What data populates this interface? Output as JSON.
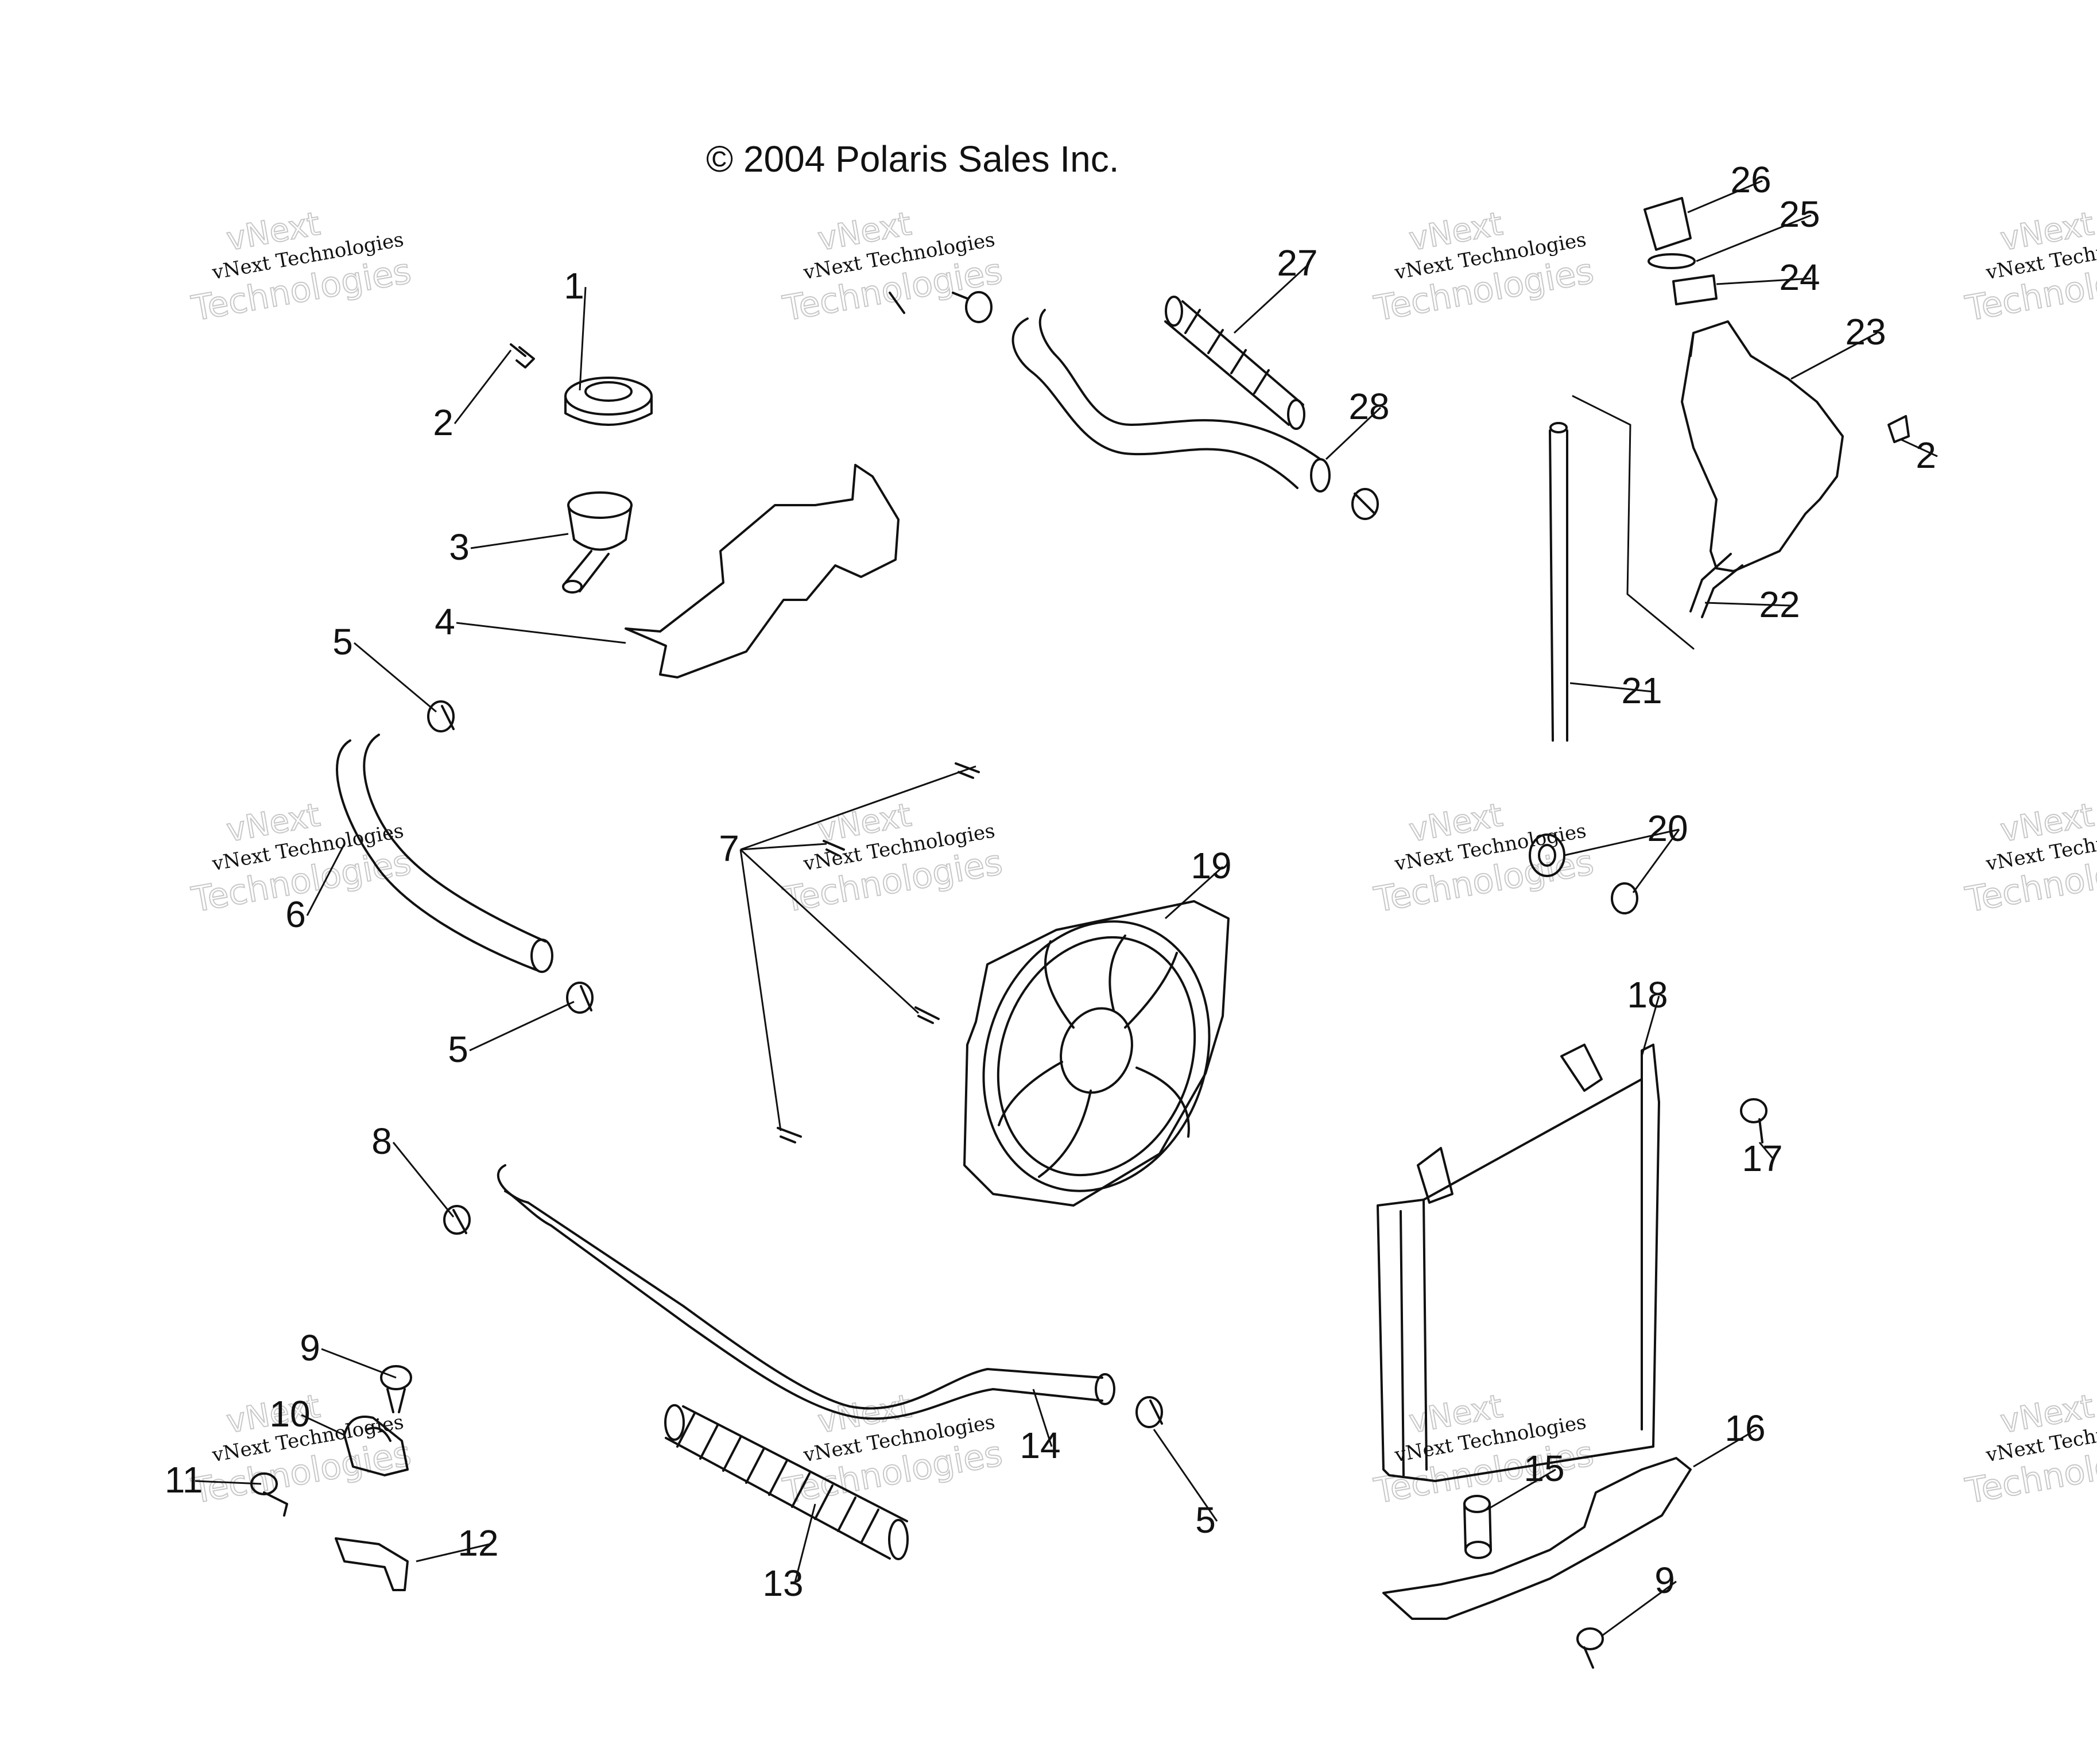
{
  "copyright": "© 2004 Polaris Sales Inc.",
  "watermark": {
    "line1": "vNext",
    "line2": "vNext Technologies",
    "line3": "Technologies"
  },
  "callouts": [
    "1",
    "2",
    "3",
    "4",
    "5",
    "6",
    "5",
    "7",
    "19",
    "8",
    "9",
    "10",
    "11",
    "12",
    "13",
    "14",
    "5",
    "27",
    "28",
    "26",
    "25",
    "24",
    "23",
    "2",
    "22",
    "21",
    "20",
    "18",
    "17",
    "16",
    "15",
    "9"
  ],
  "colors": {
    "line": "#111111",
    "watermark": "#c8c8c8"
  }
}
